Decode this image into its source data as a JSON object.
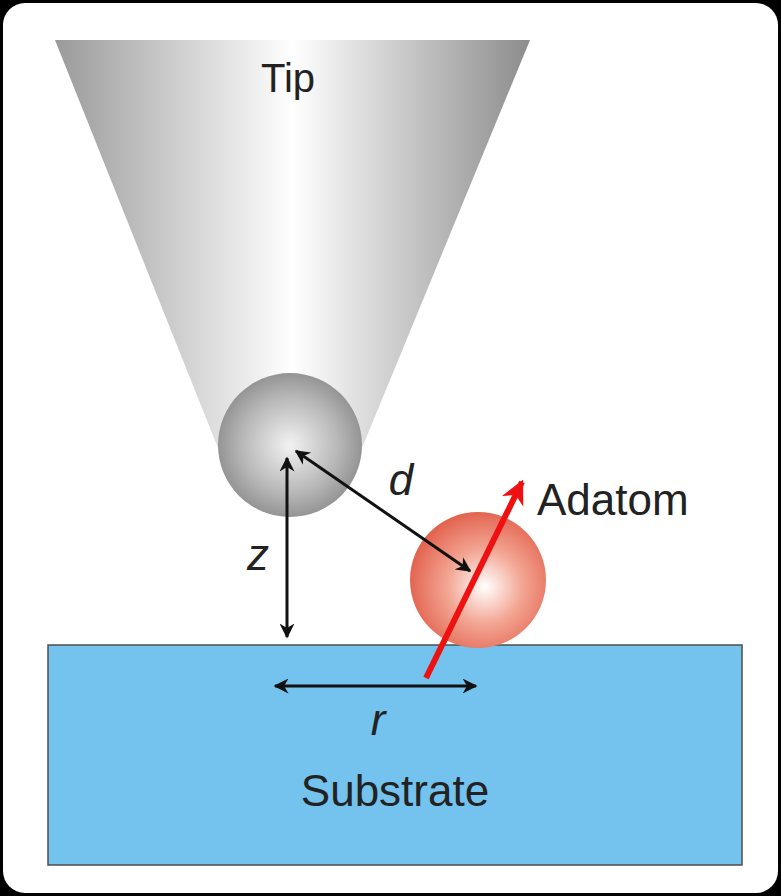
{
  "diagram": {
    "nodes": [
      {
        "text": [
          "Tip"
        ]
      },
      {
        "text": [
          "Adatom"
        ]
      },
      {
        "text": [
          "Substrate"
        ]
      }
    ],
    "labels": [
      "d",
      "z",
      "r"
    ]
  }
}
